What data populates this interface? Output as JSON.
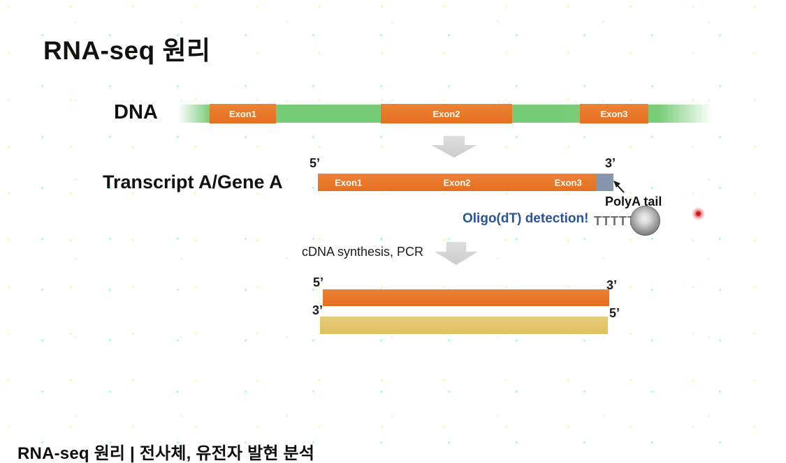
{
  "slide": {
    "title": "RNA-seq 원리",
    "dna": {
      "label": "DNA",
      "exon1": "Exon1",
      "exon2": "Exon2",
      "exon3": "Exon3"
    },
    "transcript": {
      "label": "Transcript A/Gene A",
      "five_prime": "5’",
      "three_prime": "3’",
      "exon1": "Exon1",
      "exon2": "Exon2",
      "exon3": "Exon3",
      "polya_label": "PolyA tail",
      "oligo_note": "Oligo(dT) detection!",
      "polyt_seq": "TTTTT"
    },
    "cdna": {
      "step_label": "cDNA synthesis, PCR",
      "sense_five": "5’",
      "sense_three": "3’",
      "antisense_three": "3’",
      "antisense_five": "5’"
    }
  },
  "caption": "RNA-seq 원리 | 전사체, 유전자 발현 분석",
  "colors": {
    "exon_orange": "#E8762C",
    "dna_green": "#77CB77",
    "cdna_tan": "#E3C76E",
    "polya_slate": "#8795AF",
    "oligo_blue": "#28549B",
    "arrow_gray": "#D6D6D6",
    "laser_red": "#B81F1F"
  }
}
